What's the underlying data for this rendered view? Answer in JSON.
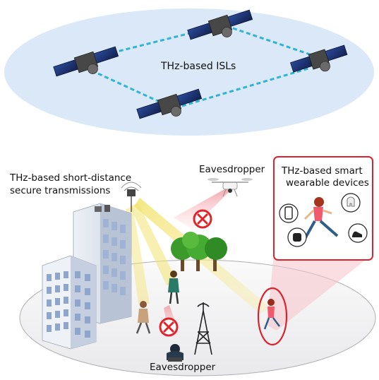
{
  "labels": {
    "isl": "THz-based ISLs",
    "short_line1": "THz-based short-distance",
    "short_line2": "secure transmissions",
    "eavesdropper_top": "Eavesdropper",
    "eavesdropper_bottom": "Eavesdropper",
    "wearable_line1": "THz-based smart",
    "wearable_line2": "wearable devices"
  },
  "colors": {
    "orbit": "#dbe8f7",
    "isl_link": "#2fb4d8",
    "beam": "#f4e68a",
    "block_sign": "#e0242c",
    "highlight_border": "#d9232e"
  }
}
